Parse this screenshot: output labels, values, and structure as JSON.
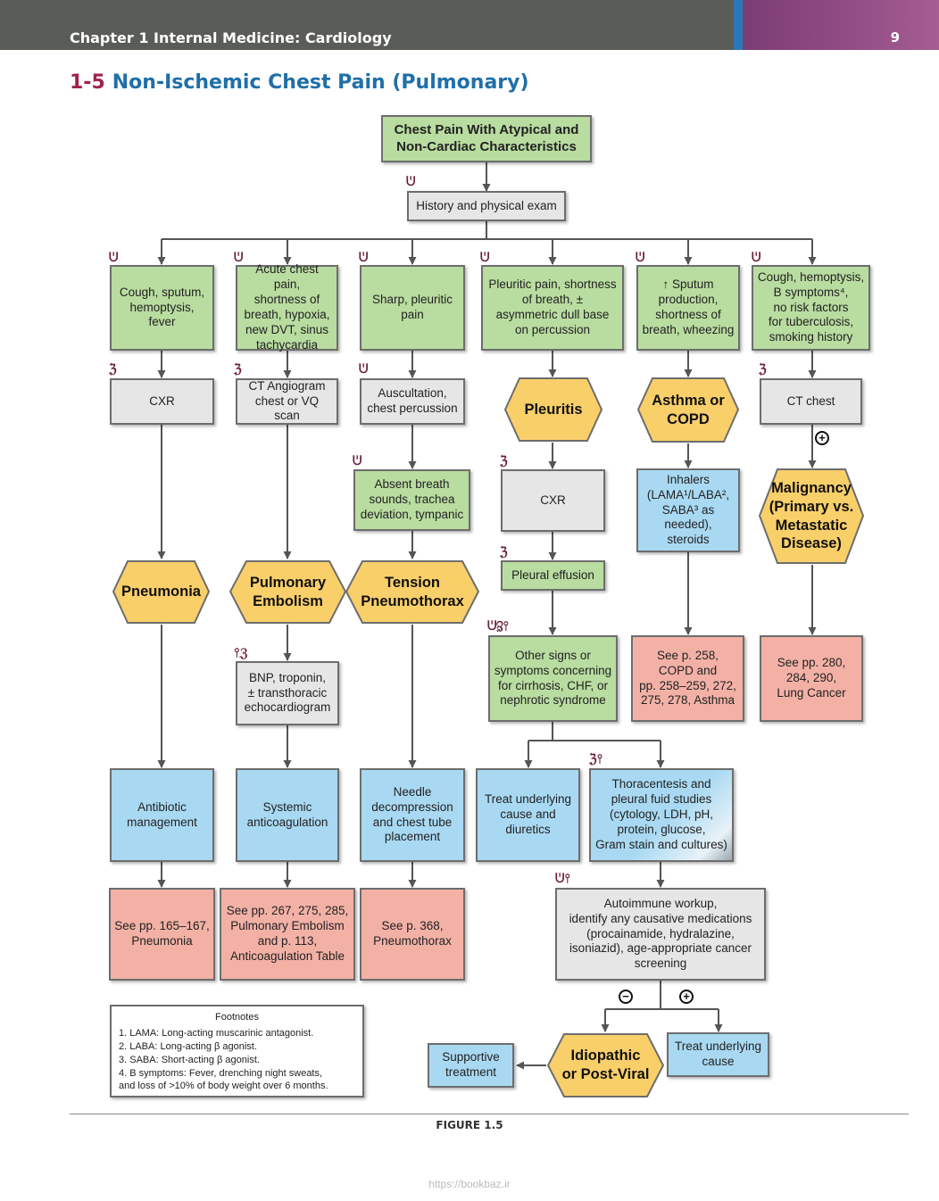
{
  "header": {
    "chapter": "Chapter 1  Internal Medicine: Cardiology",
    "page_number": "9"
  },
  "title": {
    "number": "1-5",
    "text": "Non-Ischemic Chest Pain (Pulmonary)"
  },
  "nodes": {
    "start": "Chest Pain With Atypical and\nNon-Cardiac Characteristics",
    "history": "History and physical exam",
    "col1_present": "Cough, sputum,\nhemoptysis,\nfever",
    "col2_present": "Acute chest pain,\nshortness of\nbreath, hypoxia,\nnew DVT, sinus\ntachycardia",
    "col3_present": "Sharp, pleuritic\npain",
    "col4_present": "Pleuritic pain, shortness\nof breath, ±\nasymmetric dull base\non percussion",
    "col5_present": "↑ Sputum\nproduction,\nshortness of\nbreath, wheezing",
    "col6_present": "Cough, hemoptysis,\nB symptoms⁴,\nno risk factors\nfor tuberculosis,\nsmoking history",
    "cxr1": "CXR",
    "ct_angio": "CT Angiogram\nchest or VQ scan",
    "auscultation": "Auscultation,\nchest percussion",
    "pleuritis": "Pleuritis",
    "asthma_copd": "Asthma or\nCOPD",
    "ct_chest": "CT chest",
    "absent_breath": "Absent breath\nsounds, trachea\ndeviation, tympanic",
    "cxr2": "CXR",
    "inhalers": "Inhalers\n(LAMA¹/LABA²,\nSABA³ as\nneeded), steroids",
    "malignancy": "Malignancy\n(Primary vs.\nMetastatic\nDisease)",
    "pleural_effusion": "Pleural effusion",
    "pneumonia": "Pneumonia",
    "pulm_embolism": "Pulmonary\nEmbolism",
    "tension_ptx": "Tension\nPneumothorax",
    "other_signs": "Other signs or\nsymptoms concerning\nfor cirrhosis, CHF, or\nnephrotic syndrome",
    "see_copd": "See p. 258,\nCOPD and\npp. 258–259, 272,\n275, 278, Asthma",
    "see_lung": "See pp. 280,\n284, 290,\nLung Cancer",
    "bnp": "BNP, troponin,\n± transthoracic\nechocardiogram",
    "antibiotic": "Antibiotic\nmanagement",
    "anticoag": "Systemic\nanticoagulation",
    "needle": "Needle\ndecompression\nand chest tube\nplacement",
    "treat_diuretics": "Treat underlying\ncause and\ndiuretics",
    "thoracentesis": "Thoracentesis and\npleural fuid studies\n(cytology, LDH, pH,\nprotein, glucose,\nGram stain and cultures)",
    "see_pneumonia": "See pp. 165–167,\nPneumonia",
    "see_pe": "See pp. 267, 275, 285,\nPulmonary Embolism\nand p. 113,\nAnticoagulation Table",
    "see_ptx": "See p. 368,\nPneumothorax",
    "autoimmune": "Autoimmune workup,\nidentify any causative medications\n(procainamide, hydralazine,\nisoniazid), age-appropriate cancer\nscreening",
    "supportive": "Supportive\ntreatment",
    "idiopathic": "Idiopathic\nor Post-Viral",
    "treat_underlying": "Treat underlying\ncause"
  },
  "signs": {
    "plus": "+",
    "minus": "−"
  },
  "footnotes": {
    "heading": "Footnotes",
    "items": [
      "1. LAMA: Long-acting muscarinic antagonist.",
      "2. LABA: Long-acting β agonist.",
      "3. SABA: Short-acting β agonist.",
      "4. B symptoms: Fever, drenching night sweats,\n    and loss of >10% of body weight over 6 months."
    ]
  },
  "figure_caption": "FIGURE 1.5",
  "watermark": "https://bookbaz.ir",
  "colors": {
    "green": "#b9dca0",
    "gray": "#e6e6e6",
    "blue": "#a9d9f2",
    "pink": "#f3b1a6",
    "hexagon": "#f9cf6a",
    "title_number": "#a0224e",
    "title_text": "#1f6fa8"
  },
  "icons": {
    "exam": "stethoscope-icon",
    "imaging": "imaging-icon",
    "lab": "test-tube-icon"
  }
}
